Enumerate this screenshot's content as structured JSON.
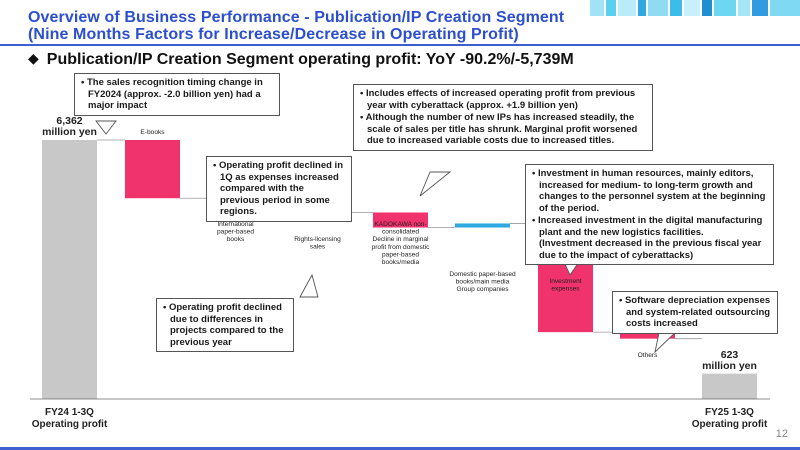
{
  "header": {
    "title_line1": "Overview of Business Performance - Publication/IP Creation Segment",
    "title_line2": "(Nine Months Factors for Increase/Decrease in Operating Profit)"
  },
  "subtitle": "Publication/IP Creation Segment operating profit: YoY -90.2%/-5,739M",
  "page_number": "12",
  "colors": {
    "total": "#c8c8c8",
    "decrease": "#f0336c",
    "increase": "#2fa8e0",
    "title": "#2b4fcf",
    "rule": "#3f5fd0"
  },
  "chart_data": {
    "type": "waterfall",
    "start": {
      "category": "FY24 1-3Q\nOperating profit",
      "value": 6362,
      "value_label": "6,362\nmillion yen"
    },
    "steps": [
      {
        "category": "E-books",
        "delta": -1430
      },
      {
        "category": "International\npaper-based\nbooks",
        "delta": -90
      },
      {
        "category": "Rights-licensing\nsales",
        "delta": -260
      },
      {
        "category": "KADOKAWA non-\nconsolidated\nDecline in marginal\nprofit from domestic\npaper-based\nbooks/media",
        "delta": -370
      },
      {
        "category": "Domestic paper-based\nbooks/main media\nGroup companies",
        "delta": 100
      },
      {
        "category": "Investment\nexpenses",
        "delta": -2670
      },
      {
        "category": "Others",
        "delta": -160
      }
    ],
    "end": {
      "category": "FY25 1-3Q\nOperating profit",
      "value": 623,
      "value_label": "623\nmillion yen"
    }
  },
  "callouts": [
    {
      "id": "ebooks",
      "bullets": [
        "The sales recognition timing change in FY2024 (approx. -2.0 billion yen) had a major impact"
      ]
    },
    {
      "id": "international",
      "bullets": [
        "Operating profit declined in 1Q as expenses increased compared with the previous period in some regions."
      ]
    },
    {
      "id": "rights",
      "bullets": [
        "Operating profit declined due to differences in projects compared to the previous year"
      ]
    },
    {
      "id": "kadokawa",
      "bullets": [
        "Includes effects of increased operating profit from previous year with cyberattack (approx. +1.9 billion yen)",
        "Although the number of new IPs has increased steadily, the scale of sales per title has shrunk. Marginal profit worsened due to increased variable costs due to increased titles."
      ]
    },
    {
      "id": "investment",
      "bullets": [
        "Investment in human resources, mainly editors, increased for medium- to long-term growth and changes to the personnel system at the beginning of the period.",
        "Increased investment in the digital manufacturing plant and the new logistics facilities.\n(Investment decreased in the previous fiscal year due to the impact of cyberattacks)"
      ]
    },
    {
      "id": "others",
      "bullets": [
        "Software depreciation expenses and system-related outsourcing costs increased"
      ]
    }
  ]
}
